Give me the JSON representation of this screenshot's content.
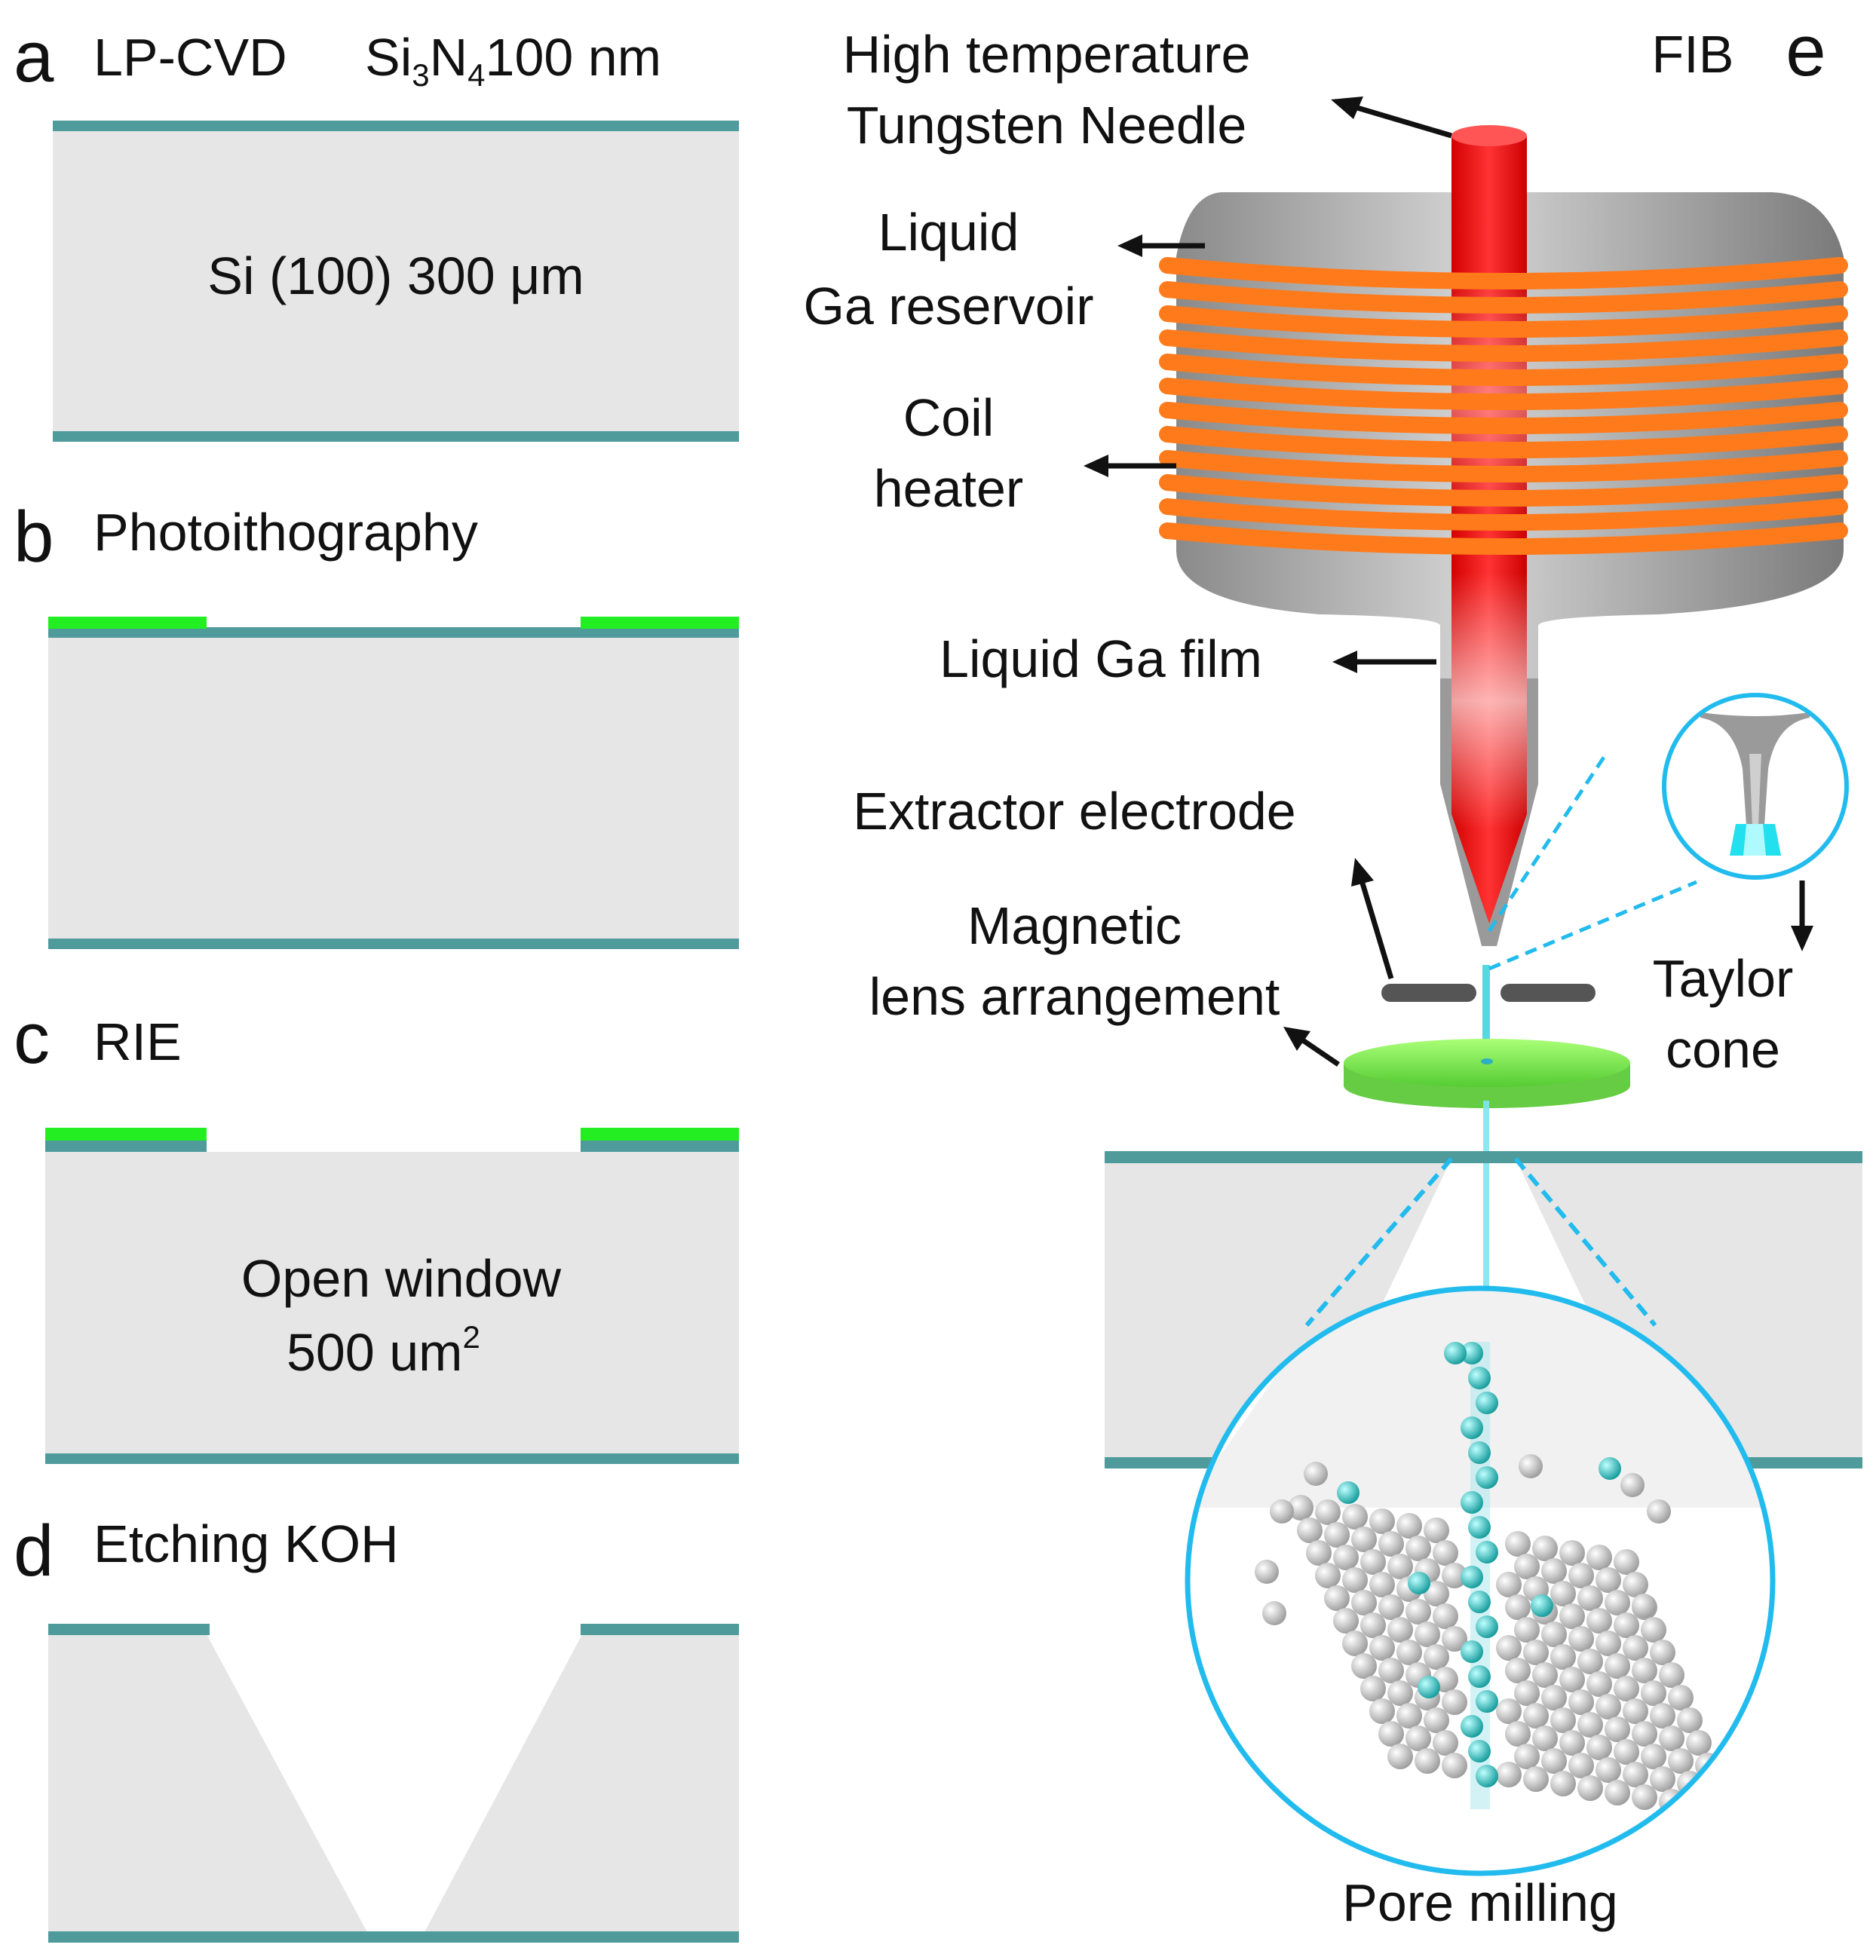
{
  "colors": {
    "silicon": "#e6e6e6",
    "nitride": "#4f9a9a",
    "resist": "#22ee22",
    "needle": "#ee1111",
    "coil": "#ff7a1a",
    "reservoir": "#999999",
    "lens": "#88ee55",
    "electrode": "#555555",
    "zoom_circle": "#22bbee",
    "ga_ion": "#22bbbb",
    "si_atom": "#cfcfcf"
  },
  "panel_a": {
    "letter": "a",
    "process": "LP-CVD",
    "layer_si": "Si",
    "layer_sub3": "3",
    "layer_n": "N",
    "layer_sub4": "4",
    "layer_thickness": "100 nm",
    "substrate": "Si (100) 300 μm"
  },
  "panel_b": {
    "letter": "b",
    "process": "Photoithography"
  },
  "panel_c": {
    "letter": "c",
    "process": "RIE",
    "window_line1": "Open window",
    "window_line2": "500 um",
    "window_sup": "2"
  },
  "panel_d": {
    "letter": "d",
    "process": "Etching KOH"
  },
  "panel_e": {
    "letter": "e",
    "title": "FIB",
    "needle_line1": "High temperature",
    "needle_line2": "Tungsten Needle",
    "reservoir_line1": "Liquid",
    "reservoir_line2": "Ga reservoir",
    "coil_line1": "Coil",
    "coil_line2": "heater",
    "film": "Liquid Ga film",
    "extractor": "Extractor electrode",
    "lens_line1": "Magnetic",
    "lens_line2": "lens arrangement",
    "taylor_line1": "Taylor",
    "taylor_line2": "cone",
    "pore": "Pore milling"
  }
}
